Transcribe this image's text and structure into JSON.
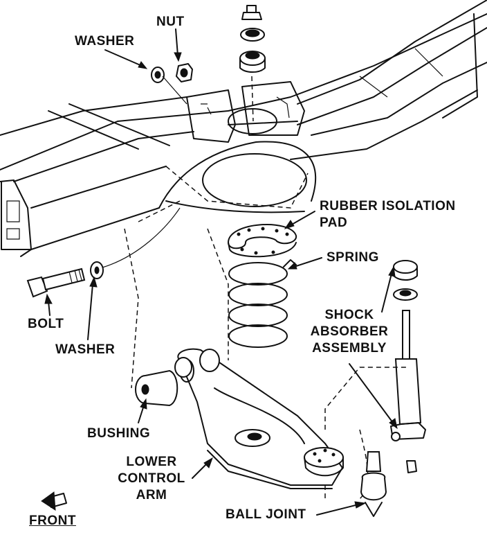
{
  "labels": {
    "nut": "NUT",
    "washer_top": "WASHER",
    "rubber_pad_line1": "RUBBER ISOLATION",
    "rubber_pad_line2": "PAD",
    "spring": "SPRING",
    "shock_line1": "SHOCK",
    "shock_line2": "ABSORBER",
    "shock_line3": "ASSEMBLY",
    "bolt": "BOLT",
    "washer_bottom": "WASHER",
    "bushing": "BUSHING",
    "lower_arm_line1": "LOWER",
    "lower_arm_line2": "CONTROL",
    "lower_arm_line3": "ARM",
    "ball_joint": "BALL JOINT",
    "front": "FRONT"
  },
  "icons": {
    "front_direction": "arrow-left-down-icon"
  },
  "colors": {
    "ink": "#111111",
    "paper": "#ffffff"
  }
}
